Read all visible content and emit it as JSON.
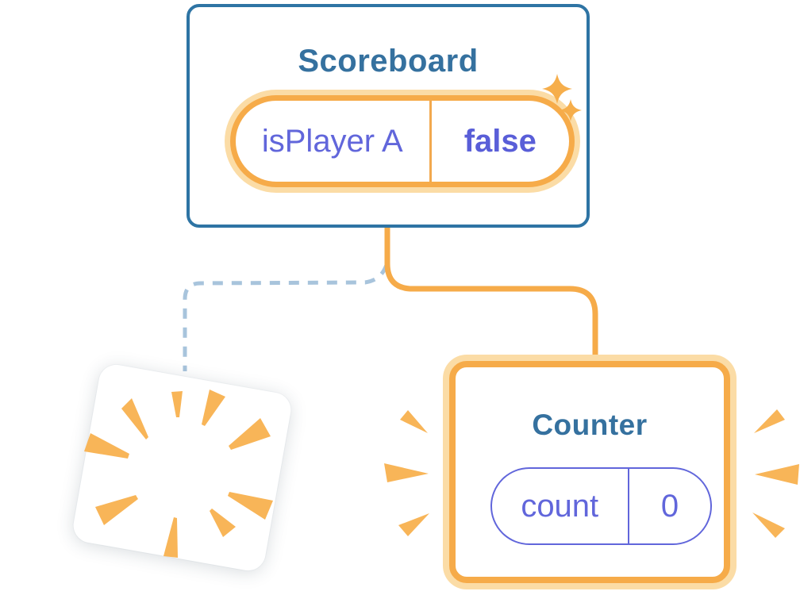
{
  "scoreboard": {
    "title": "Scoreboard",
    "state_key": "isPlayer A",
    "state_value": "false"
  },
  "counter": {
    "title": "Counter",
    "state_key": "count",
    "state_value": "0"
  },
  "icons": {
    "sparkles": "sparkles-icon",
    "poof_burst": "poof-burst-icon",
    "emphasis_left": "emphasis-rays-left-icon",
    "emphasis_right": "emphasis-rays-right-icon"
  },
  "colors": {
    "card_border_blue": "#2E74A4",
    "title_blue": "#35719F",
    "state_purple": "#6166DB",
    "state_purple_bold": "#595ED8",
    "accent_orange": "#F6AB49",
    "orange_halo": "#FBDCA6",
    "ray_orange": "#F8B558",
    "dashed_line_blue": "#A8C4DC",
    "background": "#FFFFFF"
  }
}
